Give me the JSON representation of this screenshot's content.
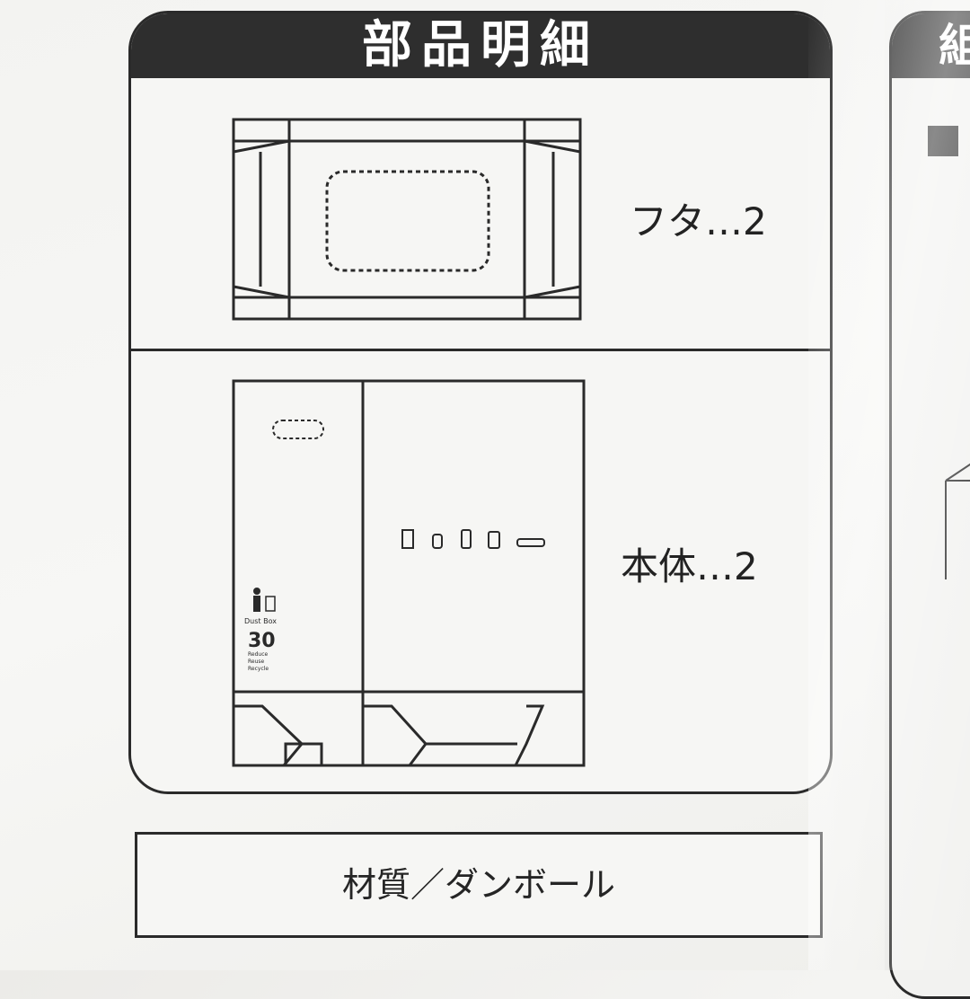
{
  "parts_section": {
    "title": "部品明細",
    "lid": {
      "label": "フタ…2"
    },
    "body": {
      "label": "本体…2",
      "print": {
        "brand": "Dust Box",
        "capacity": "30",
        "lines": [
          "Reduce",
          "Reuse",
          "Recycle"
        ]
      }
    }
  },
  "material": {
    "text": "材質／ダンボール"
  },
  "right_panel": {
    "header_fragment": "組"
  },
  "colors": {
    "ink": "#2e2e2e",
    "paper": "#f6f6f4"
  }
}
